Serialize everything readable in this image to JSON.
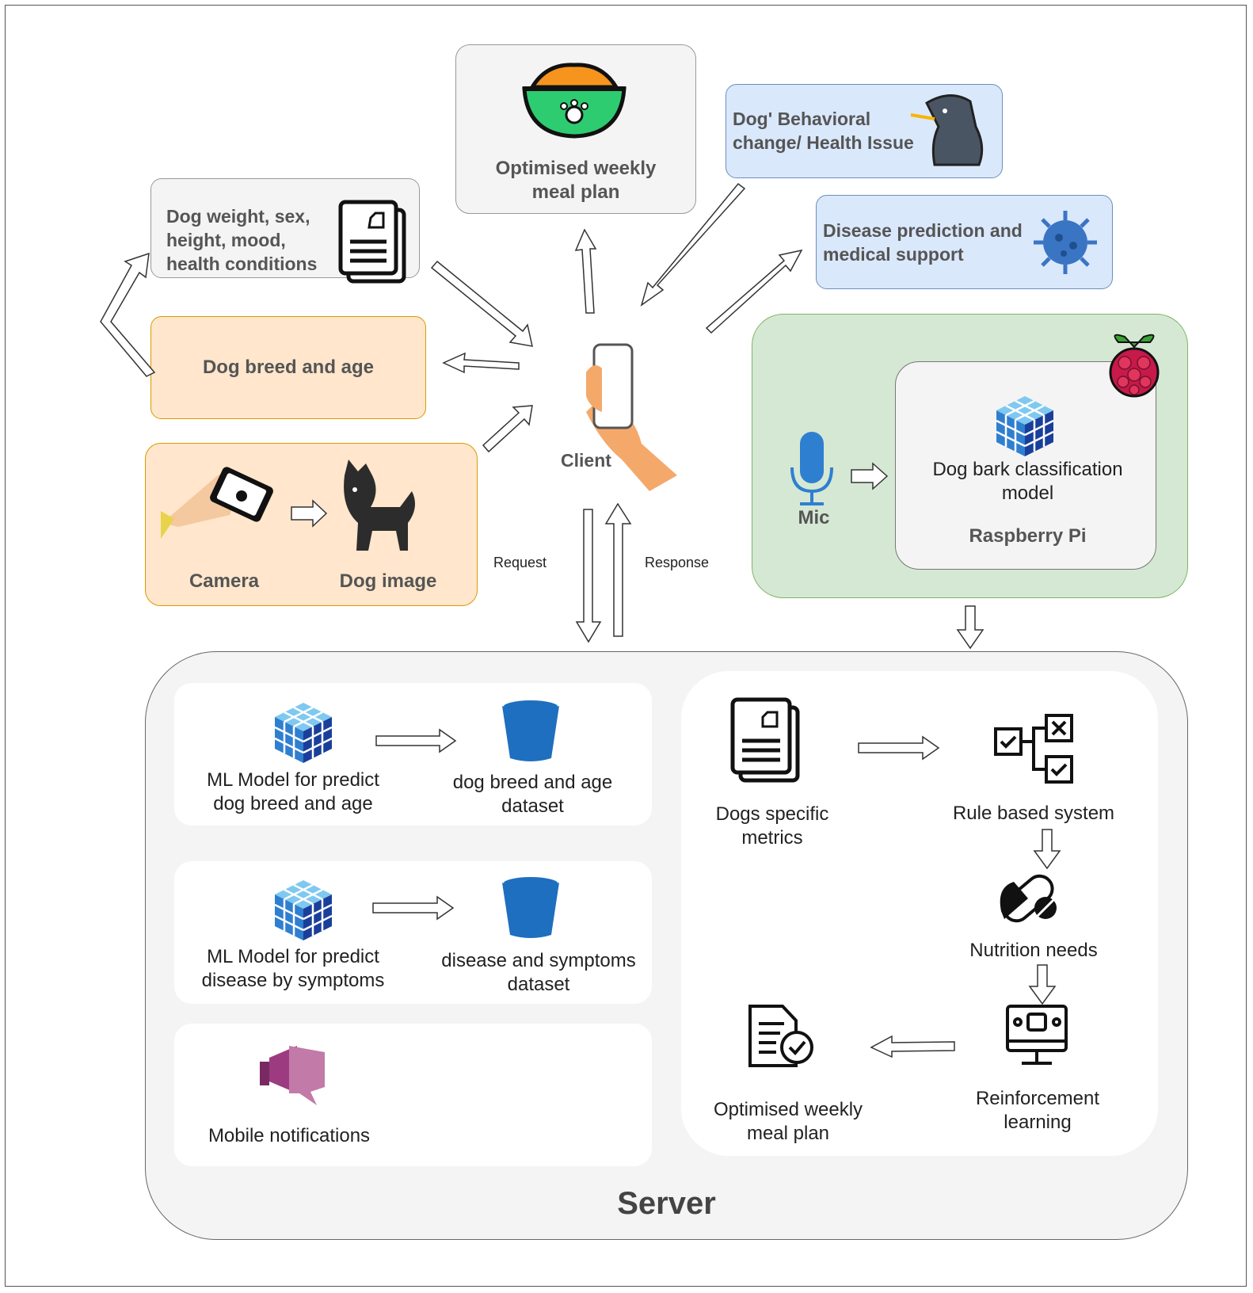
{
  "inputs": {
    "dog_info": "Dog weight, sex, height, mood, health conditions",
    "breed_age": "Dog breed and age",
    "camera": "Camera",
    "dog_image": "Dog image"
  },
  "outputs": {
    "meal_plan": "Optimised weekly meal plan",
    "behavior": "Dog' Behavioral change/ Health Issue",
    "disease": "Disease prediction and medical support"
  },
  "client": {
    "label": "Client",
    "request": "Request",
    "response": "Response"
  },
  "raspberry": {
    "mic": "Mic",
    "model": "Dog bark classification model",
    "device": "Raspberry Pi"
  },
  "server": {
    "title": "Server",
    "ml_breed": "ML Model for predict dog breed and age",
    "ds_breed": "dog breed and age dataset",
    "ml_disease": "ML Model for predict disease by symptoms",
    "ds_disease": "disease and symptoms dataset",
    "notifications": "Mobile notifications",
    "metrics": "Dogs specific metrics",
    "rules": "Rule based system",
    "nutrition": "Nutrition needs",
    "rl": "Reinforcement learning",
    "meal_plan": "Optimised weekly meal plan"
  },
  "colors": {
    "gray_box": "#f4f4f4",
    "orange_box": "#ffe6cc",
    "orange_border": "#d79b00",
    "blue_box": "#dae8fc",
    "blue_border": "#6c8ebf",
    "green_box": "#d5e8d4",
    "green_border": "#82b366",
    "bucket_blue": "#1e6fbf"
  }
}
